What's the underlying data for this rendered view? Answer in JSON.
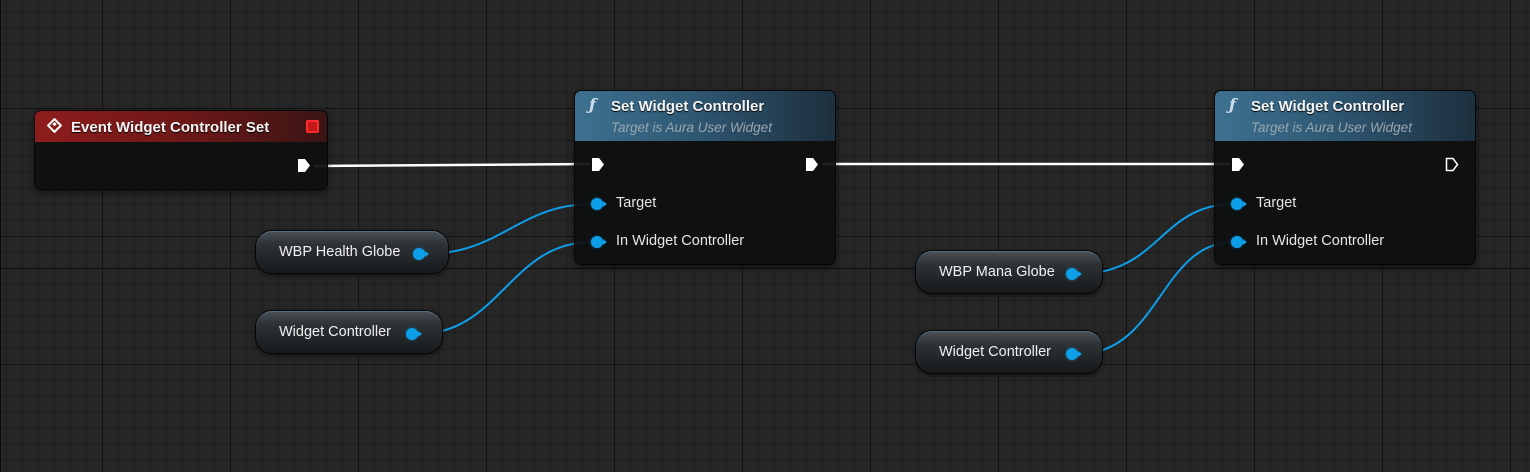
{
  "graph": {
    "event_node": {
      "title": "Event Widget Controller Set",
      "icon": "event-diamond-icon"
    },
    "function_nodes": [
      {
        "title": "Set Widget Controller",
        "subtitle": "Target is Aura User Widget",
        "icon": "function-f-icon",
        "pin_target": "Target",
        "pin_controller": "In Widget Controller"
      },
      {
        "title": "Set Widget Controller",
        "subtitle": "Target is Aura User Widget",
        "icon": "function-f-icon",
        "pin_target": "Target",
        "pin_controller": "In Widget Controller"
      }
    ],
    "variable_nodes": [
      {
        "label": "WBP Health Globe"
      },
      {
        "label": "Widget Controller"
      },
      {
        "label": "WBP Mana Globe"
      },
      {
        "label": "Widget Controller"
      }
    ]
  },
  "colors": {
    "background": "#262626",
    "event_header": "#8e1c1c",
    "function_header": "#3d7190",
    "exec_wire": "#ffffff",
    "object_pin": "#0d9ee8"
  }
}
